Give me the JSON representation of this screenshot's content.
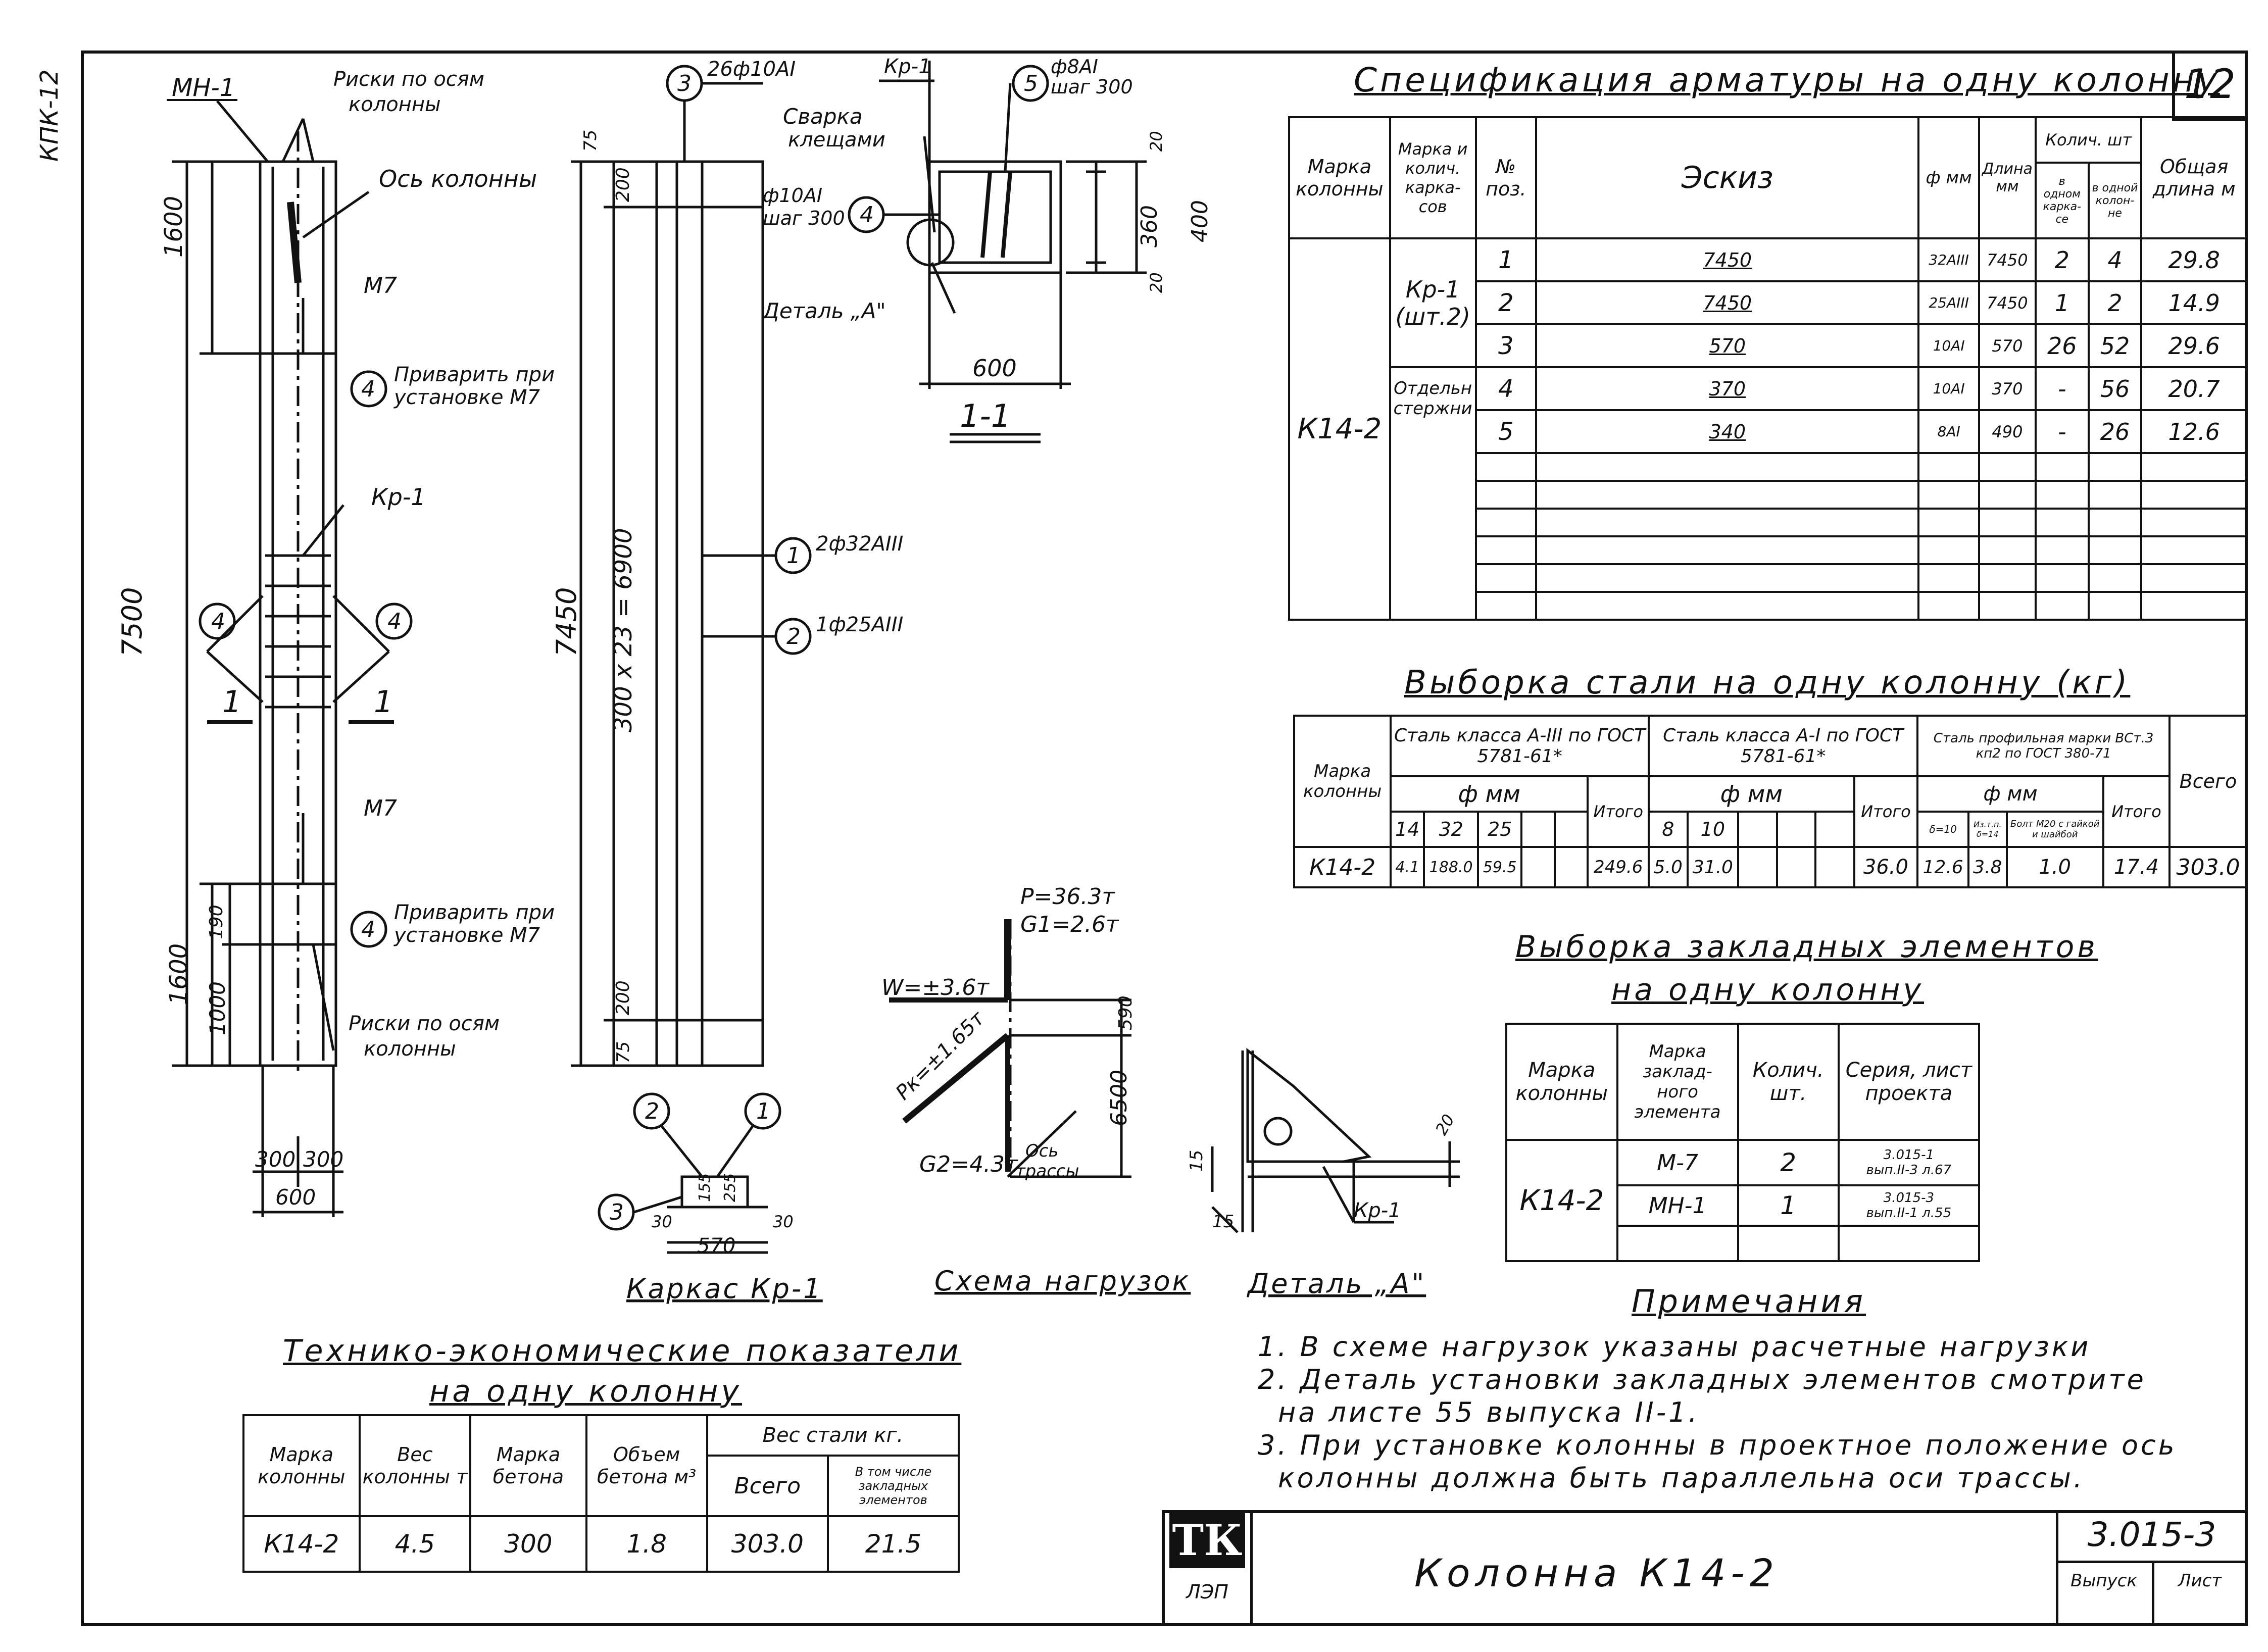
{
  "side_stamp": "КПК-12",
  "sheet_number": "12",
  "drawings": {
    "column_elev": {
      "mn1": "МН-1",
      "risks_top_1": "Риски по осям",
      "risks_top_2": "колонны",
      "axis": "Ось колонны",
      "m7_top": "М7",
      "m7_bot": "М7",
      "weld_top_1": "Приварить при",
      "weld_top_2": "установке М7",
      "weld_bot_1": "Приварить при",
      "weld_bot_2": "установке М7",
      "kr1": "Кр-1",
      "risks_bot_1": "Риски по осям",
      "risks_bot_2": "колонны",
      "dim_1600_top": "1600",
      "dim_7500": "7500",
      "dim_1600_bot": "1600",
      "dim_190": "190",
      "dim_1000": "1000",
      "dim_300a": "300",
      "dim_300b": "300",
      "dim_600": "600",
      "cut_1a": "1",
      "cut_1b": "1",
      "callout_4": "4"
    },
    "frame": {
      "dim_75_top": "75",
      "dim_200_top": "200",
      "dim_7450": "7450",
      "dim_300x23": "300 x 23 = 6900",
      "dim_200_bot": "200",
      "dim_75_bot": "75",
      "c3_label": "3",
      "c3_text": "26ф10АI",
      "c1_label": "1",
      "c1_text": "2ф32АIII",
      "c2_label": "2",
      "c2_text": "1ф25АIII",
      "bot_c2": "2",
      "bot_c1": "1",
      "bot_c3": "3",
      "d30a": "30",
      "d155": "155",
      "d255": "255",
      "d30b": "30",
      "d570": "570",
      "title": "Каркас Кр-1"
    },
    "section": {
      "kr1": "Кр-1",
      "c5_label": "5",
      "c5_text_1": "ф8АI",
      "c5_text_2": "шаг 300",
      "weld_1": "Сварка",
      "weld_2": "клещами",
      "c4_label": "4",
      "c4_text_1": "ф10АI",
      "c4_text_2": "шаг 300",
      "detail": "Деталь „А\"",
      "d20a": "20",
      "d360": "360",
      "d400": "400",
      "d20b": "20",
      "d600": "600",
      "title": "1-1"
    },
    "loads": {
      "p": "P=36.3т",
      "g1": "G1=2.6т",
      "w": "W=±3.6т",
      "d590": "590",
      "pk": "Pк=±1.65т",
      "d6500": "6500",
      "g2": "G2=4.3т",
      "axis_1": "Ось",
      "axis_2": "трассы",
      "title": "Схема нагрузок"
    },
    "detail_a": {
      "d15a": "15",
      "d15b": "15",
      "d20": "20",
      "kr1": "Кр-1",
      "title": "Деталь „А\""
    }
  },
  "spec": {
    "title": "Спецификация арматуры на одну колонну",
    "h_mark": "Марка колонны",
    "h_frame": "Марка и колич. карка- сов",
    "h_pos": "№ поз.",
    "h_sketch": "Эскиз",
    "h_dia": "ф мм",
    "h_len": "Длина мм",
    "h_qty": "Колич. шт",
    "h_qty_frame": "в одном карка- се",
    "h_qty_col": "в одной колон- не",
    "h_total": "Общая длина м",
    "column": "К14-2",
    "group1": "Кр-1 (шт.2)",
    "group2": "Отдельн стержни",
    "rows": [
      {
        "pos": "1",
        "sketch": "7450",
        "dia": "32АIII",
        "len": "7450",
        "f": "2",
        "c": "4",
        "t": "29.8"
      },
      {
        "pos": "2",
        "sketch": "7450",
        "dia": "25АIII",
        "len": "7450",
        "f": "1",
        "c": "2",
        "t": "14.9"
      },
      {
        "pos": "3",
        "sketch": "570",
        "dia": "10АI",
        "len": "570",
        "f": "26",
        "c": "52",
        "t": "29.6"
      },
      {
        "pos": "4",
        "sketch": "370",
        "dia": "10АI",
        "len": "370",
        "f": "-",
        "c": "56",
        "t": "20.7"
      },
      {
        "pos": "5",
        "sketch": "340",
        "dia": "8АI",
        "len": "490",
        "f": "-",
        "c": "26",
        "t": "12.6"
      }
    ]
  },
  "steel": {
    "title": "Выборка стали на одну колонну (кг)",
    "h_mark": "Марка колонны",
    "h_a3": "Сталь класса А-III по ГОСТ 5781-61*",
    "h_a1": "Сталь класса А-I по ГОСТ 5781-61*",
    "h_prof": "Сталь профильная марки ВСт.3 кп2 по ГОСТ 380-71",
    "h_dia": "ф мм",
    "h_itogo": "Итого",
    "h_vsego": "Всего",
    "sub_a3": [
      "14",
      "32",
      "25"
    ],
    "sub_a1": [
      "8",
      "10"
    ],
    "sub_prof": [
      "δ=10",
      "Из.т.п. δ=14",
      "Болт М20 с гайкой и шайбой"
    ],
    "row": {
      "mark": "К14-2",
      "a3": [
        "4.1",
        "188.0",
        "59.5"
      ],
      "a3_total": "249.6",
      "a1": [
        "5.0",
        "31.0"
      ],
      "a1_total": "36.0",
      "prof": [
        "12.6",
        "3.8",
        "1.0"
      ],
      "prof_total": "17.4",
      "all": "303.0"
    }
  },
  "embedded": {
    "title_1": "Выборка закладных элементов",
    "title_2": "на одну колонну",
    "h_mark": "Марка колонны",
    "h_el": "Марка заклад- ного элемента",
    "h_qty": "Колич. шт.",
    "h_series": "Серия, лист проекта",
    "column": "К14-2",
    "rows": [
      {
        "el": "М-7",
        "qty": "2",
        "series_1": "3.015-1",
        "series_2": "вып.II-3 л.67"
      },
      {
        "el": "МН-1",
        "qty": "1",
        "series_1": "3.015-3",
        "series_2": "вып.II-1 л.55"
      }
    ]
  },
  "notes": {
    "title": "Примечания",
    "lines": [
      "1. В схеме нагрузок указаны расчетные нагрузки",
      "2. Деталь установки закладных элементов смотрите",
      "на листе 55 выпуска II-1.",
      "3. При установке колонны в проектное положение ось",
      "колонны должна быть параллельна оси трассы."
    ]
  },
  "tech": {
    "title_1": "Технико-экономические показатели",
    "title_2": "на одну колонну",
    "h_mark": "Марка колонны",
    "h_weight": "Вес колонны т",
    "h_concrete": "Марка бетона",
    "h_volume": "Объем бетона м³",
    "h_steel": "Вес стали кг.",
    "h_total": "Всего",
    "h_embedded": "В том числе закладных элементов",
    "row": {
      "mark": "К14-2",
      "weight": "4.5",
      "concrete": "300",
      "volume": "1.8",
      "total": "303.0",
      "embedded": "21.5"
    }
  },
  "stamp": {
    "logo": "ТК",
    "logo_sub": "ЛЭП",
    "title": "Колонна К14-2",
    "series": "3.015-3",
    "issue": "Выпуск",
    "sheet": "Лист"
  }
}
